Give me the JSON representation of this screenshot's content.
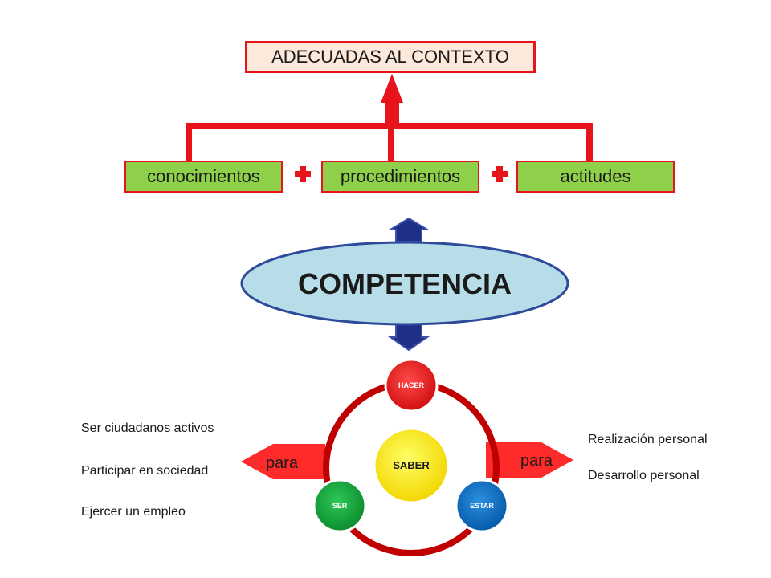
{
  "top_box": {
    "label": "ADECUADAS AL CONTEXTO"
  },
  "components": [
    {
      "label": "conocimientos"
    },
    {
      "label": "procedimientos"
    },
    {
      "label": "actitudes"
    }
  ],
  "center": {
    "label": "COMPETENCIA"
  },
  "cycle": {
    "center_label": "SABER",
    "nodes": [
      {
        "label": "HACER",
        "color": "#e8141b"
      },
      {
        "label": "ESTAR",
        "color": "#0a6cc4"
      },
      {
        "label": "SER",
        "color": "#12a33a"
      }
    ],
    "center_color": "#ffee00"
  },
  "left_arrow": {
    "label": "para"
  },
  "right_arrow": {
    "label": "para"
  },
  "left_list": [
    "Ser ciudadanos activos",
    "Participar en sociedad",
    "Ejercer un empleo"
  ],
  "right_list": [
    "Realización personal",
    "Desarrollo personal"
  ],
  "colors": {
    "red": "#e8141b",
    "green": "#8ed04a",
    "peach": "#fde9d9",
    "ellipse_fill": "#b7dde8",
    "navy": "#1f2f86",
    "ring": "#c00000"
  }
}
